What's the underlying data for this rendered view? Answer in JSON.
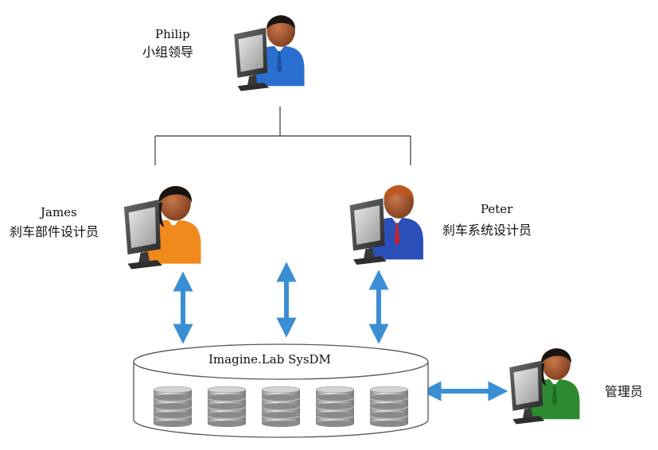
{
  "nodes": {
    "leader": {
      "name": "Philip",
      "role": "小组领导",
      "shirt": "#2a6fd0",
      "tie": "#1d4fa0"
    },
    "james": {
      "name": "James",
      "role": "刹车部件设计员",
      "shirt": "#f08a1c",
      "tie": "#f08a1c"
    },
    "peter": {
      "name": "Peter",
      "role": "刹车系统设计员",
      "shirt": "#2a4fb8",
      "tie": "#c0262d"
    },
    "admin": {
      "role": "管理员",
      "shirt": "#2d8a30",
      "tie": "#1f6b22"
    }
  },
  "database": {
    "title": "Imagine.Lab SysDM"
  },
  "colors": {
    "arrow": "#3a8fd4",
    "line": "#555555",
    "db_stroke": "#555555"
  }
}
